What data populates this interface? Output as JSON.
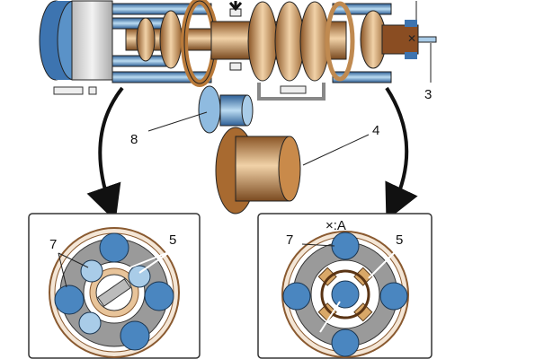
{
  "labels": {
    "part_3": "3",
    "part_8": "8",
    "part_4": "4",
    "left_7": "7",
    "left_5": "5",
    "right_7": "7",
    "right_5": "5",
    "right_title": "×:A"
  },
  "colors": {
    "blue": "#4a86c0",
    "light_blue": "#a9cce8",
    "bronze": "#c98a4a",
    "light_bronze": "#e8c49a",
    "gray": "#9a9a9a",
    "outline": "#222222"
  }
}
